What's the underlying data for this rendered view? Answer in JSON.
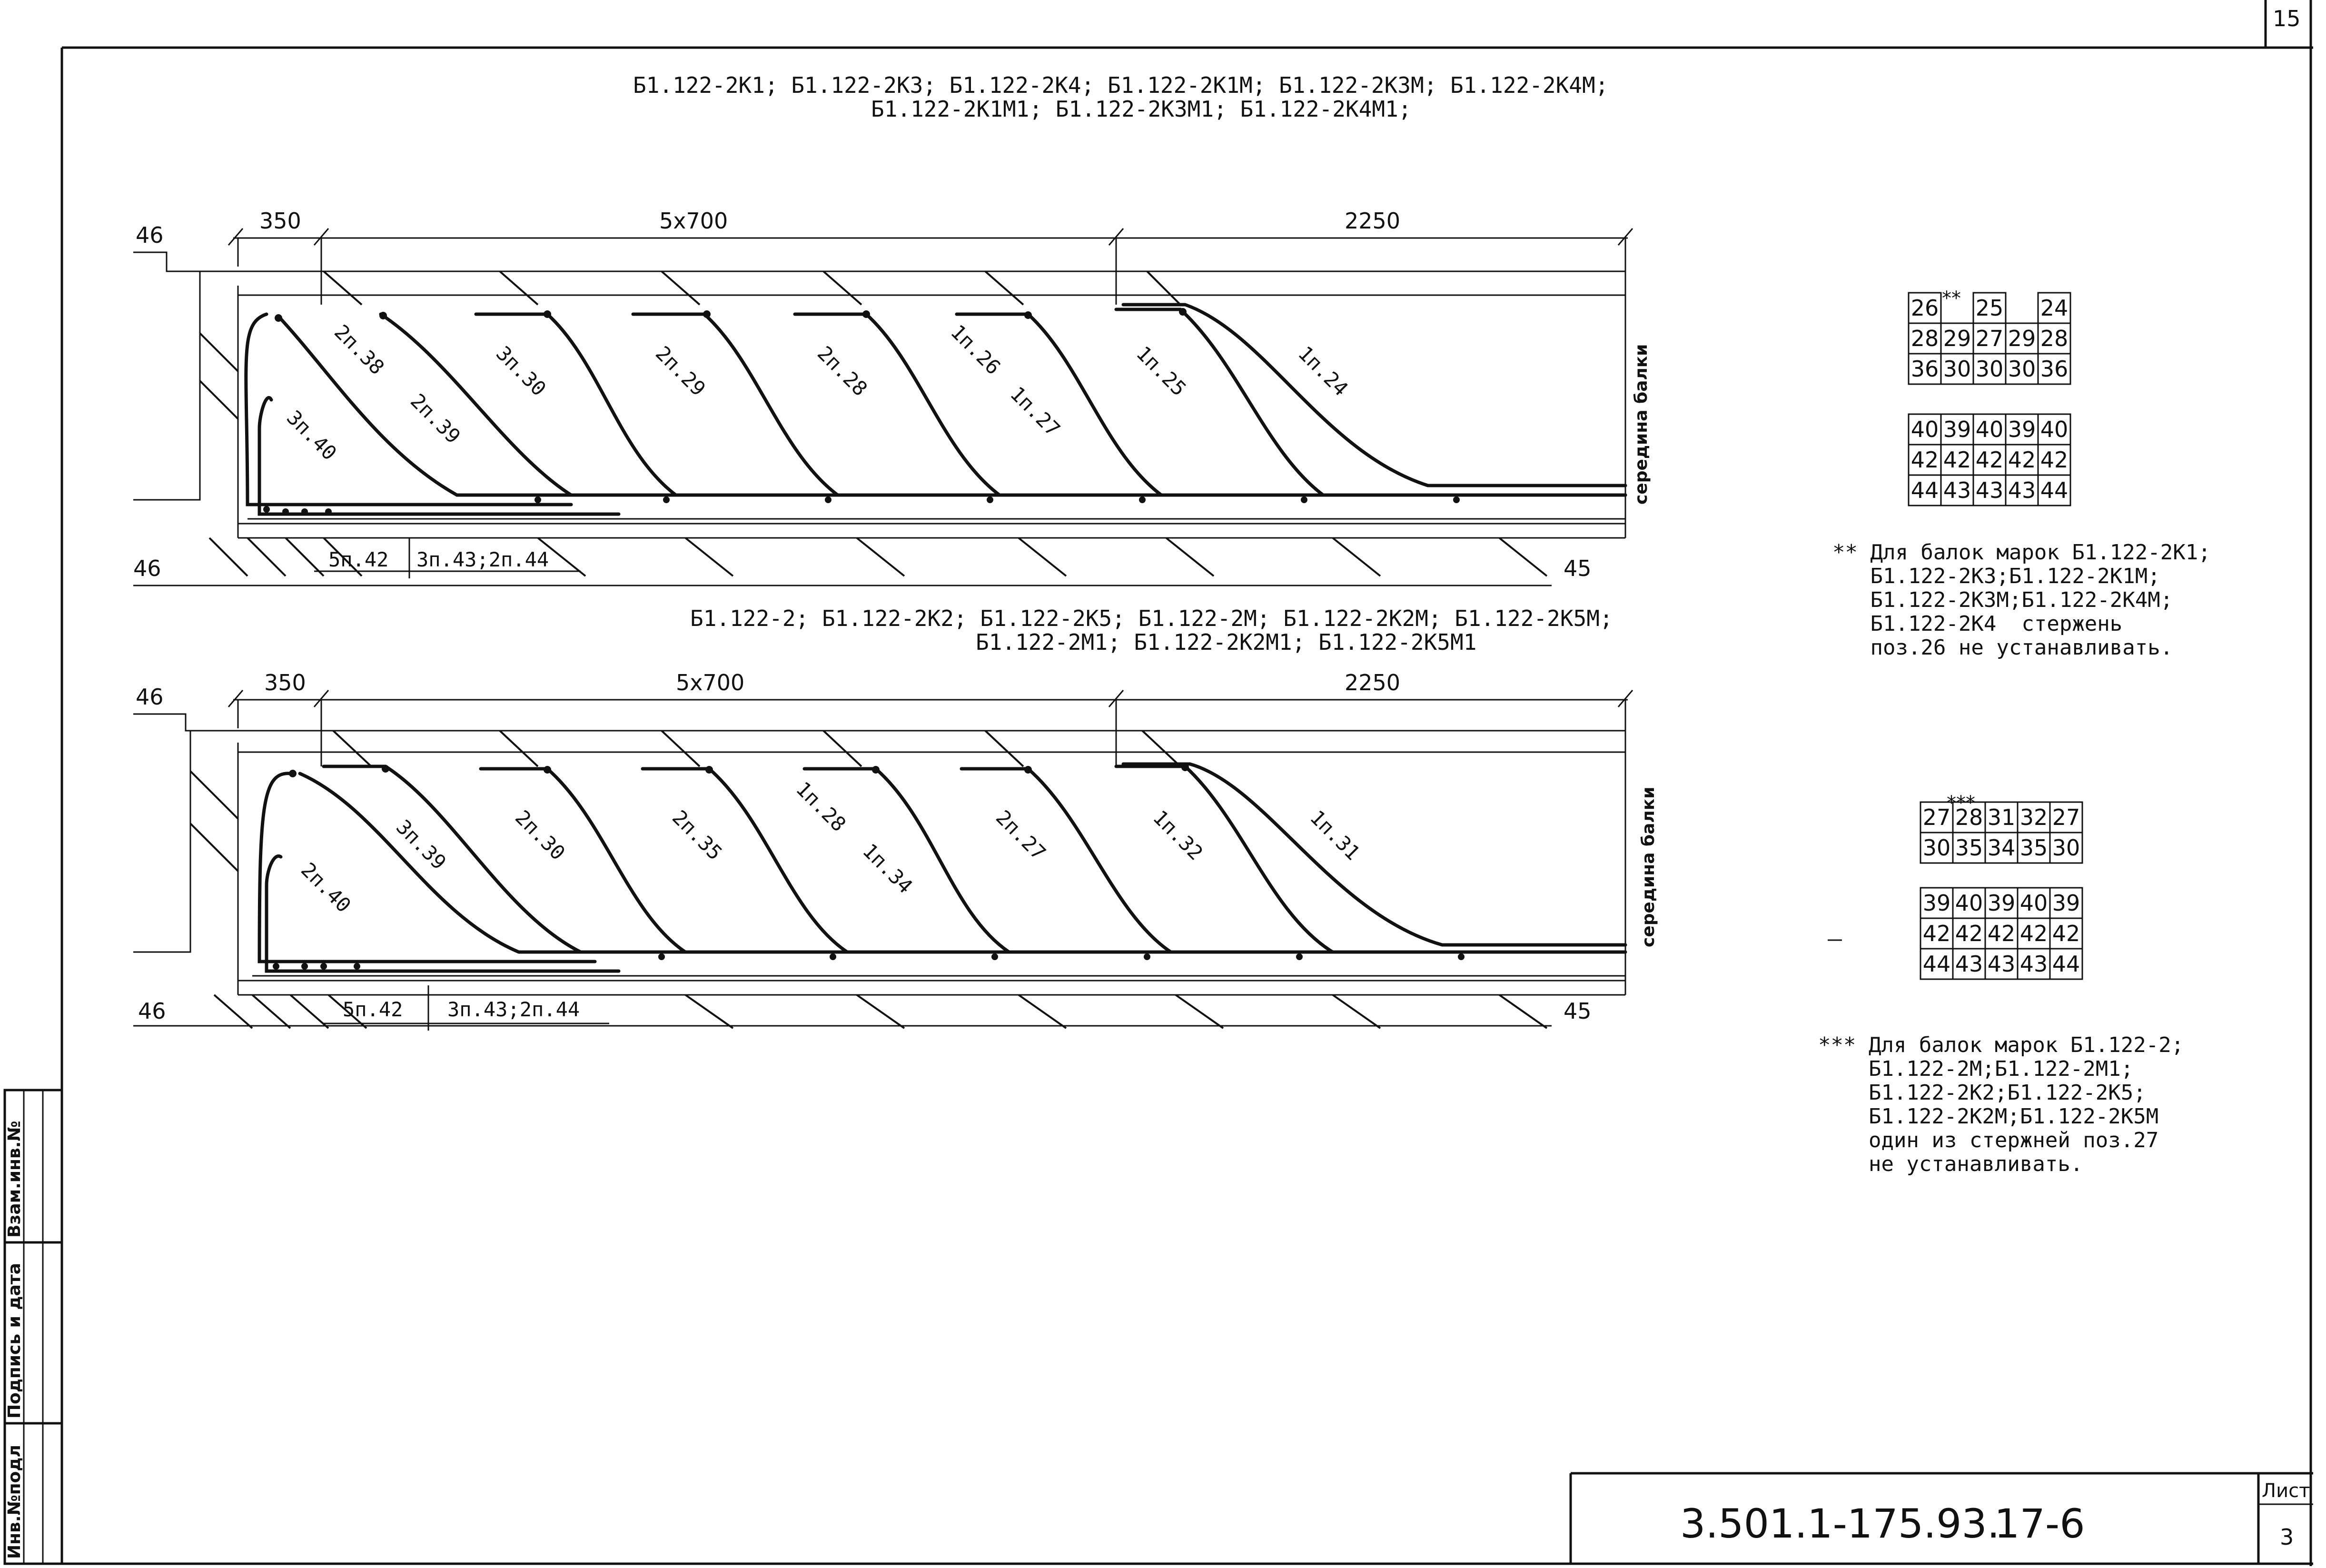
{
  "sheet_number": "15",
  "top_section": {
    "title_line1": "Б1.122-2К1; Б1.122-2К3; Б1.122-2К4;  Б1.122-2К1М; Б1.122-2К3М; Б1.122-2К4М;",
    "title_line2": "Б1.122-2К1М1; Б1.122-2К3М1; Б1.122-2К4М1;",
    "dims": [
      "350",
      "5x700",
      "2250"
    ],
    "left_top_mark": "46",
    "left_bottom_mark": "46",
    "right_bottom_mark": "45",
    "side_label": "середина балки",
    "bars": [
      "2п.38",
      "2п.39",
      "3п.30",
      "2п.29",
      "2п.28",
      "1п.26",
      "1п.27",
      "1п.25",
      "1п.24",
      "3п.40"
    ],
    "bottom_labels": [
      "5п.42",
      "3п.43;2п.44"
    ]
  },
  "bottom_section": {
    "title_line1": "Б1.122-2; Б1.122-2К2; Б1.122-2К5;  Б1.122-2М; Б1.122-2К2М; Б1.122-2К5М;",
    "title_line2": "Б1.122-2М1; Б1.122-2К2М1; Б1.122-2К5М1",
    "dims": [
      "350",
      "5x700",
      "2250"
    ],
    "left_top_mark": "46",
    "left_bottom_mark": "46",
    "right_bottom_mark": "45",
    "side_label": "середина балки",
    "bars": [
      "3п.39",
      "2п.30",
      "2п.35",
      "1п.28",
      "1п.34",
      "2п.27",
      "1п.32",
      "1п.31",
      "2п.40"
    ],
    "bottom_labels": [
      "5п.42",
      "3п.43;2п.44"
    ]
  },
  "table_top_a": {
    "star_mark": "**",
    "rows": [
      [
        "26",
        "",
        "25",
        "",
        "24"
      ],
      [
        "28",
        "29",
        "27",
        "29",
        "28"
      ],
      [
        "36",
        "30",
        "30",
        "30",
        "36"
      ]
    ]
  },
  "table_top_b": {
    "rows": [
      [
        "40",
        "39",
        "40",
        "39",
        "40"
      ],
      [
        "42",
        "42",
        "42",
        "42",
        "42"
      ],
      [
        "44",
        "43",
        "43",
        "43",
        "44"
      ]
    ]
  },
  "note_top": {
    "lines": [
      "** Для балок марок Б1.122-2К1;",
      "   Б1.122-2К3;Б1.122-2К1М;",
      "   Б1.122-2К3М;Б1.122-2К4М;",
      "   Б1.122-2К4  стержень",
      "   поз.26 не устанавливать."
    ]
  },
  "table_bottom_a": {
    "star_mark": "***",
    "rows": [
      [
        "27",
        "28",
        "31",
        "32",
        "27"
      ],
      [
        "30",
        "35",
        "34",
        "35",
        "30"
      ]
    ]
  },
  "table_bottom_b": {
    "rows": [
      [
        "39",
        "40",
        "39",
        "40",
        "39"
      ],
      [
        "42",
        "42",
        "42",
        "42",
        "42"
      ],
      [
        "44",
        "43",
        "43",
        "43",
        "44"
      ]
    ]
  },
  "note_bottom": {
    "lines": [
      "*** Для балок марок Б1.122-2;",
      "    Б1.122-2М;Б1.122-2М1;",
      "    Б1.122-2К2;Б1.122-2К5;",
      "    Б1.122-2К2М;Б1.122-2К5М",
      "    один из стержней поз.27",
      "    не устанавливать."
    ]
  },
  "side_stamp": {
    "col1": "Инв.№подл",
    "col2": "Подпись и дата",
    "col3": "Взам.инв.№"
  },
  "title_block": {
    "code": "3.501.1-175.93.",
    "issue": "17-6",
    "sheet_label": "Лист",
    "sheet_value": "3"
  }
}
